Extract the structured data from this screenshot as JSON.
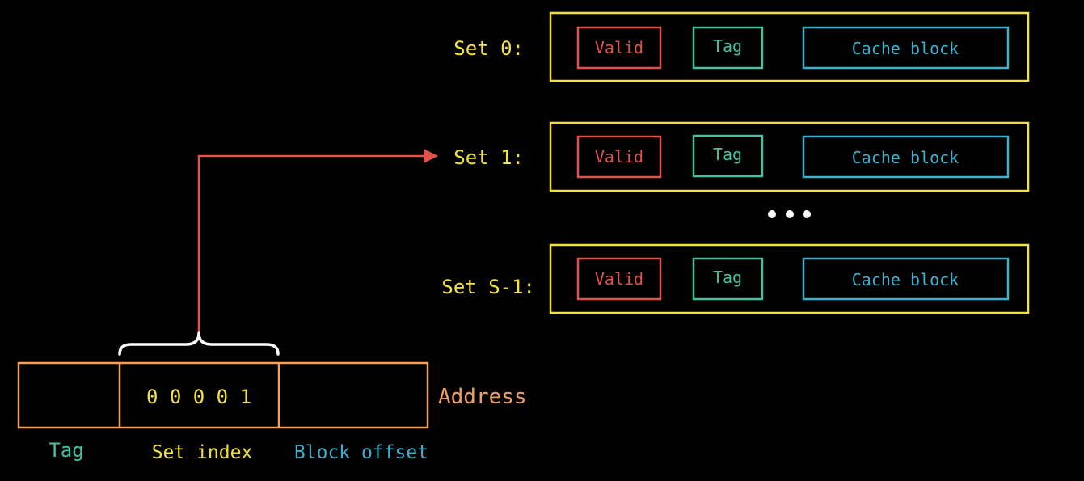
{
  "colors": {
    "background": "#000000",
    "set": "#f2e33a",
    "valid": "#e0524a",
    "tag": "#46c0a0",
    "block": "#3cb0cc",
    "address": "#f0a060",
    "arrow": "#e0524a",
    "brace": "#ffffff",
    "ellipsis": "#ffffff"
  },
  "sets": [
    {
      "label": "Set 0:",
      "valid_label": "Valid",
      "tag_label": "Tag",
      "block_label": "Cache block"
    },
    {
      "label": "Set 1:",
      "valid_label": "Valid",
      "tag_label": "Tag",
      "block_label": "Cache block"
    },
    {
      "label": "Set S-1:",
      "valid_label": "Valid",
      "tag_label": "Tag",
      "block_label": "Cache block"
    }
  ],
  "address": {
    "label": "Address",
    "set_index_bits": "0 0 0 0 1",
    "field_labels": {
      "tag": "Tag",
      "set_index": "Set index",
      "block_offset": "Block offset"
    }
  },
  "arrow_target_set": "Set 1:"
}
